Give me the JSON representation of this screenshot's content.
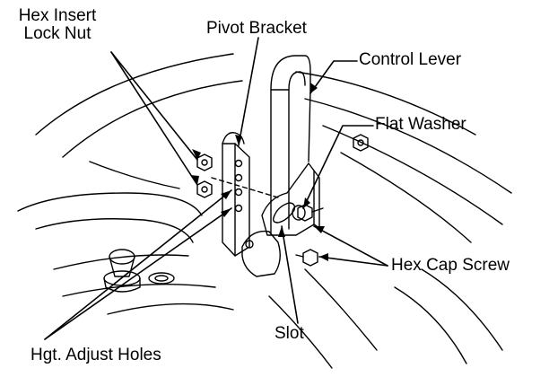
{
  "labels": {
    "hex_insert_lock_nut_line1": "Hex Insert",
    "hex_insert_lock_nut_line2": "Lock Nut",
    "pivot_bracket": "Pivot Bracket",
    "control_lever": "Control Lever",
    "flat_washer": "Flat Washer",
    "hex_cap_screw": "Hex Cap Screw",
    "slot": "Slot",
    "hgt_adjust_holes": "Hgt. Adjust Holes"
  },
  "colors": {
    "line": "#000000",
    "background": "#ffffff"
  }
}
